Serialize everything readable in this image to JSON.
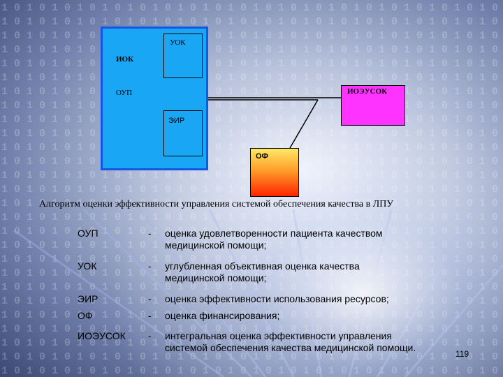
{
  "diagram": {
    "iok": "ИОК",
    "uok": "УОК",
    "oup": "ОУП",
    "eir": "ЭИР",
    "ioeusok": "ИОЭУСОК",
    "of": "ОФ"
  },
  "title": "Алгоритм оценки эффективности управления системой обеспечения качества в ЛПУ",
  "legend": [
    {
      "abbr": "ОУП",
      "dash": "-",
      "line1": "оценка удовлетворенности пациента качеством",
      "line2": "медицинской помощи;"
    },
    {
      "abbr": "УОК",
      "dash": "-",
      "line1": "углубленная объективная оценка качества",
      "line2": "медицинской помощи;"
    },
    {
      "abbr": "ЭИР",
      "dash": "-",
      "line1": "оценка эффективности использования ресурсов;",
      "line2": ""
    },
    {
      "abbr": "ОФ",
      "dash": "-",
      "line1": "оценка финансирования;",
      "line2": ""
    },
    {
      "abbr": "ИОЭУСОК",
      "dash": "-",
      "line1": "интегральная оценка эффективности управления",
      "line2": "системой обеспечения качества медицинской помощи."
    }
  ],
  "page_number": "119",
  "colors": {
    "iok_fill": "#19a6f5",
    "iok_border": "#1457e6",
    "ioeusok_fill": "#ff33ff",
    "of_gradient_top": "#ffe866",
    "of_gradient_bottom": "#ff2400"
  }
}
